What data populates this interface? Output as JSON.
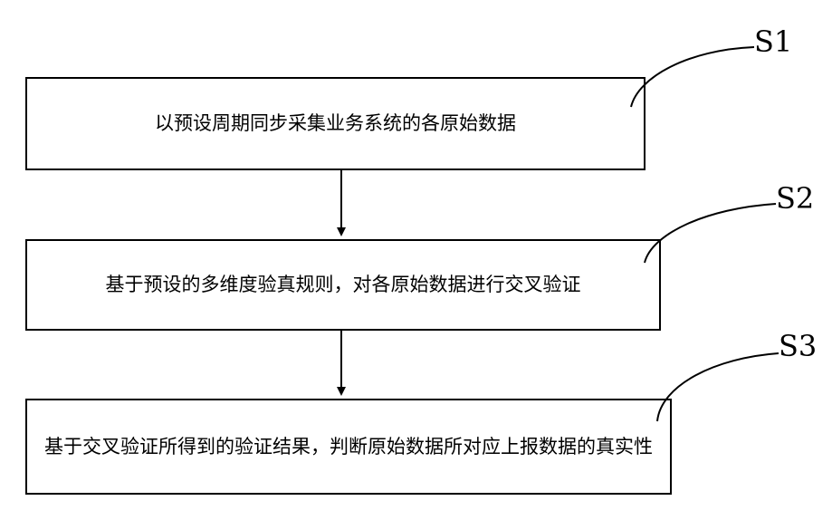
{
  "steps": [
    {
      "label": "S1",
      "text": "以预设周期同步采集业务系统的各原始数据"
    },
    {
      "label": "S2",
      "text": "基于预设的多维度验真规则，对各原始数据进行交叉验证"
    },
    {
      "label": "S3",
      "text": "基于交叉验证所得到的验证结果，判断原始数据所对应上报数据的真实性"
    }
  ]
}
